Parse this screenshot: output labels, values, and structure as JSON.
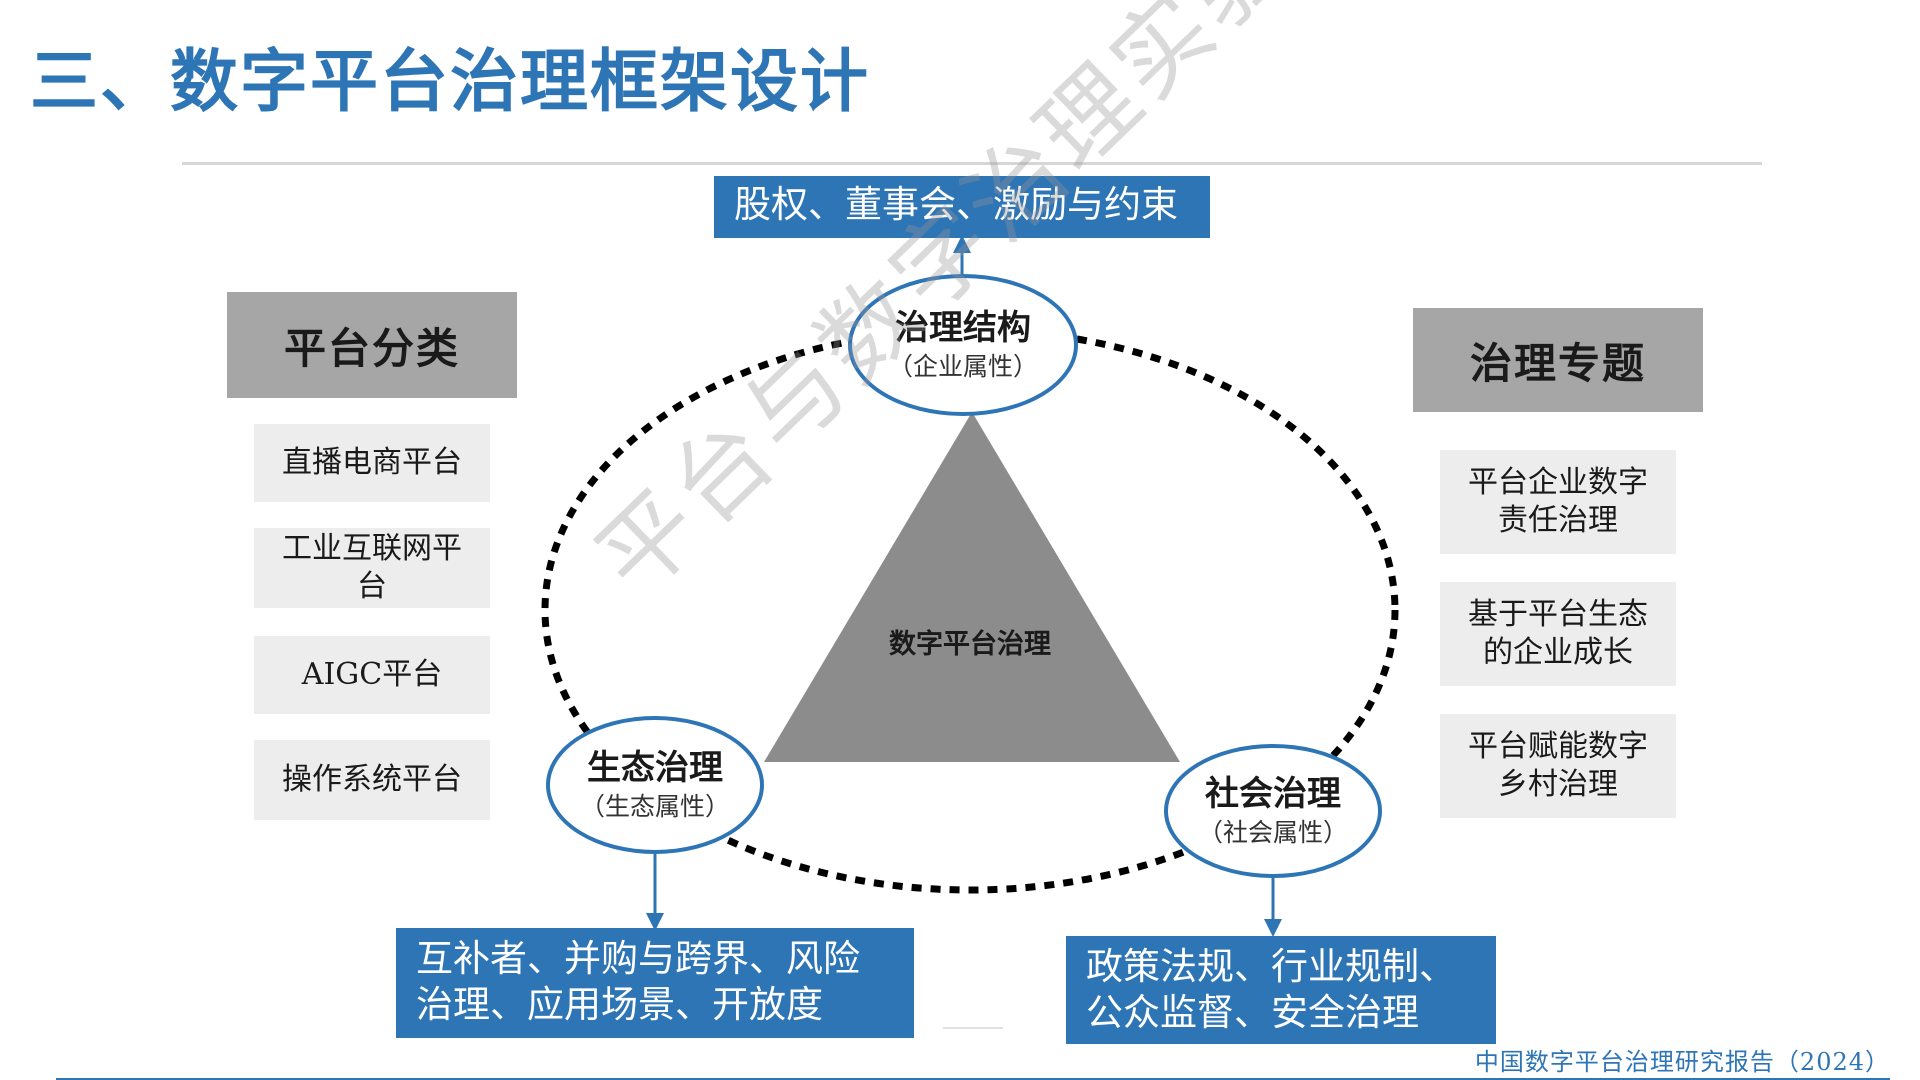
{
  "title": "三、数字平台治理框架设计",
  "footer": "中国数字平台治理研究报告（2024）",
  "watermark": "平台与数字治理实验室",
  "colors": {
    "accent": "#2E75B6",
    "header_gray": "#a6a6a6",
    "item_gray": "#ededed",
    "triangle": "#8c8c8c"
  },
  "center": {
    "label": "数字平台治理"
  },
  "nodes": {
    "top": {
      "title": "治理结构",
      "sub": "（企业属性）"
    },
    "left": {
      "title": "生态治理",
      "sub": "（生态属性）"
    },
    "right": {
      "title": "社会治理",
      "sub": "（社会属性）"
    }
  },
  "callouts": {
    "top": {
      "line1": "股权、董事会、激励与约束"
    },
    "left": {
      "line1": "互补者、并购与跨界、风险",
      "line2": "治理、应用场景、开放度"
    },
    "right": {
      "line1": "政策法规、行业规制、",
      "line2": "公众监督、安全治理"
    }
  },
  "platform_types": {
    "header": "平台分类",
    "items": [
      {
        "line1": "直播电商平台",
        "line2": ""
      },
      {
        "line1": "工业互联网平",
        "line2": "台"
      },
      {
        "line1": "AIGC平台",
        "line2": ""
      },
      {
        "line1": "操作系统平台",
        "line2": ""
      }
    ]
  },
  "governance_topics": {
    "header": "治理专题",
    "items": [
      {
        "line1": "平台企业数字",
        "line2": "责任治理"
      },
      {
        "line1": "基于平台生态",
        "line2": "的企业成长"
      },
      {
        "line1": "平台赋能数字",
        "line2": "乡村治理"
      }
    ]
  }
}
